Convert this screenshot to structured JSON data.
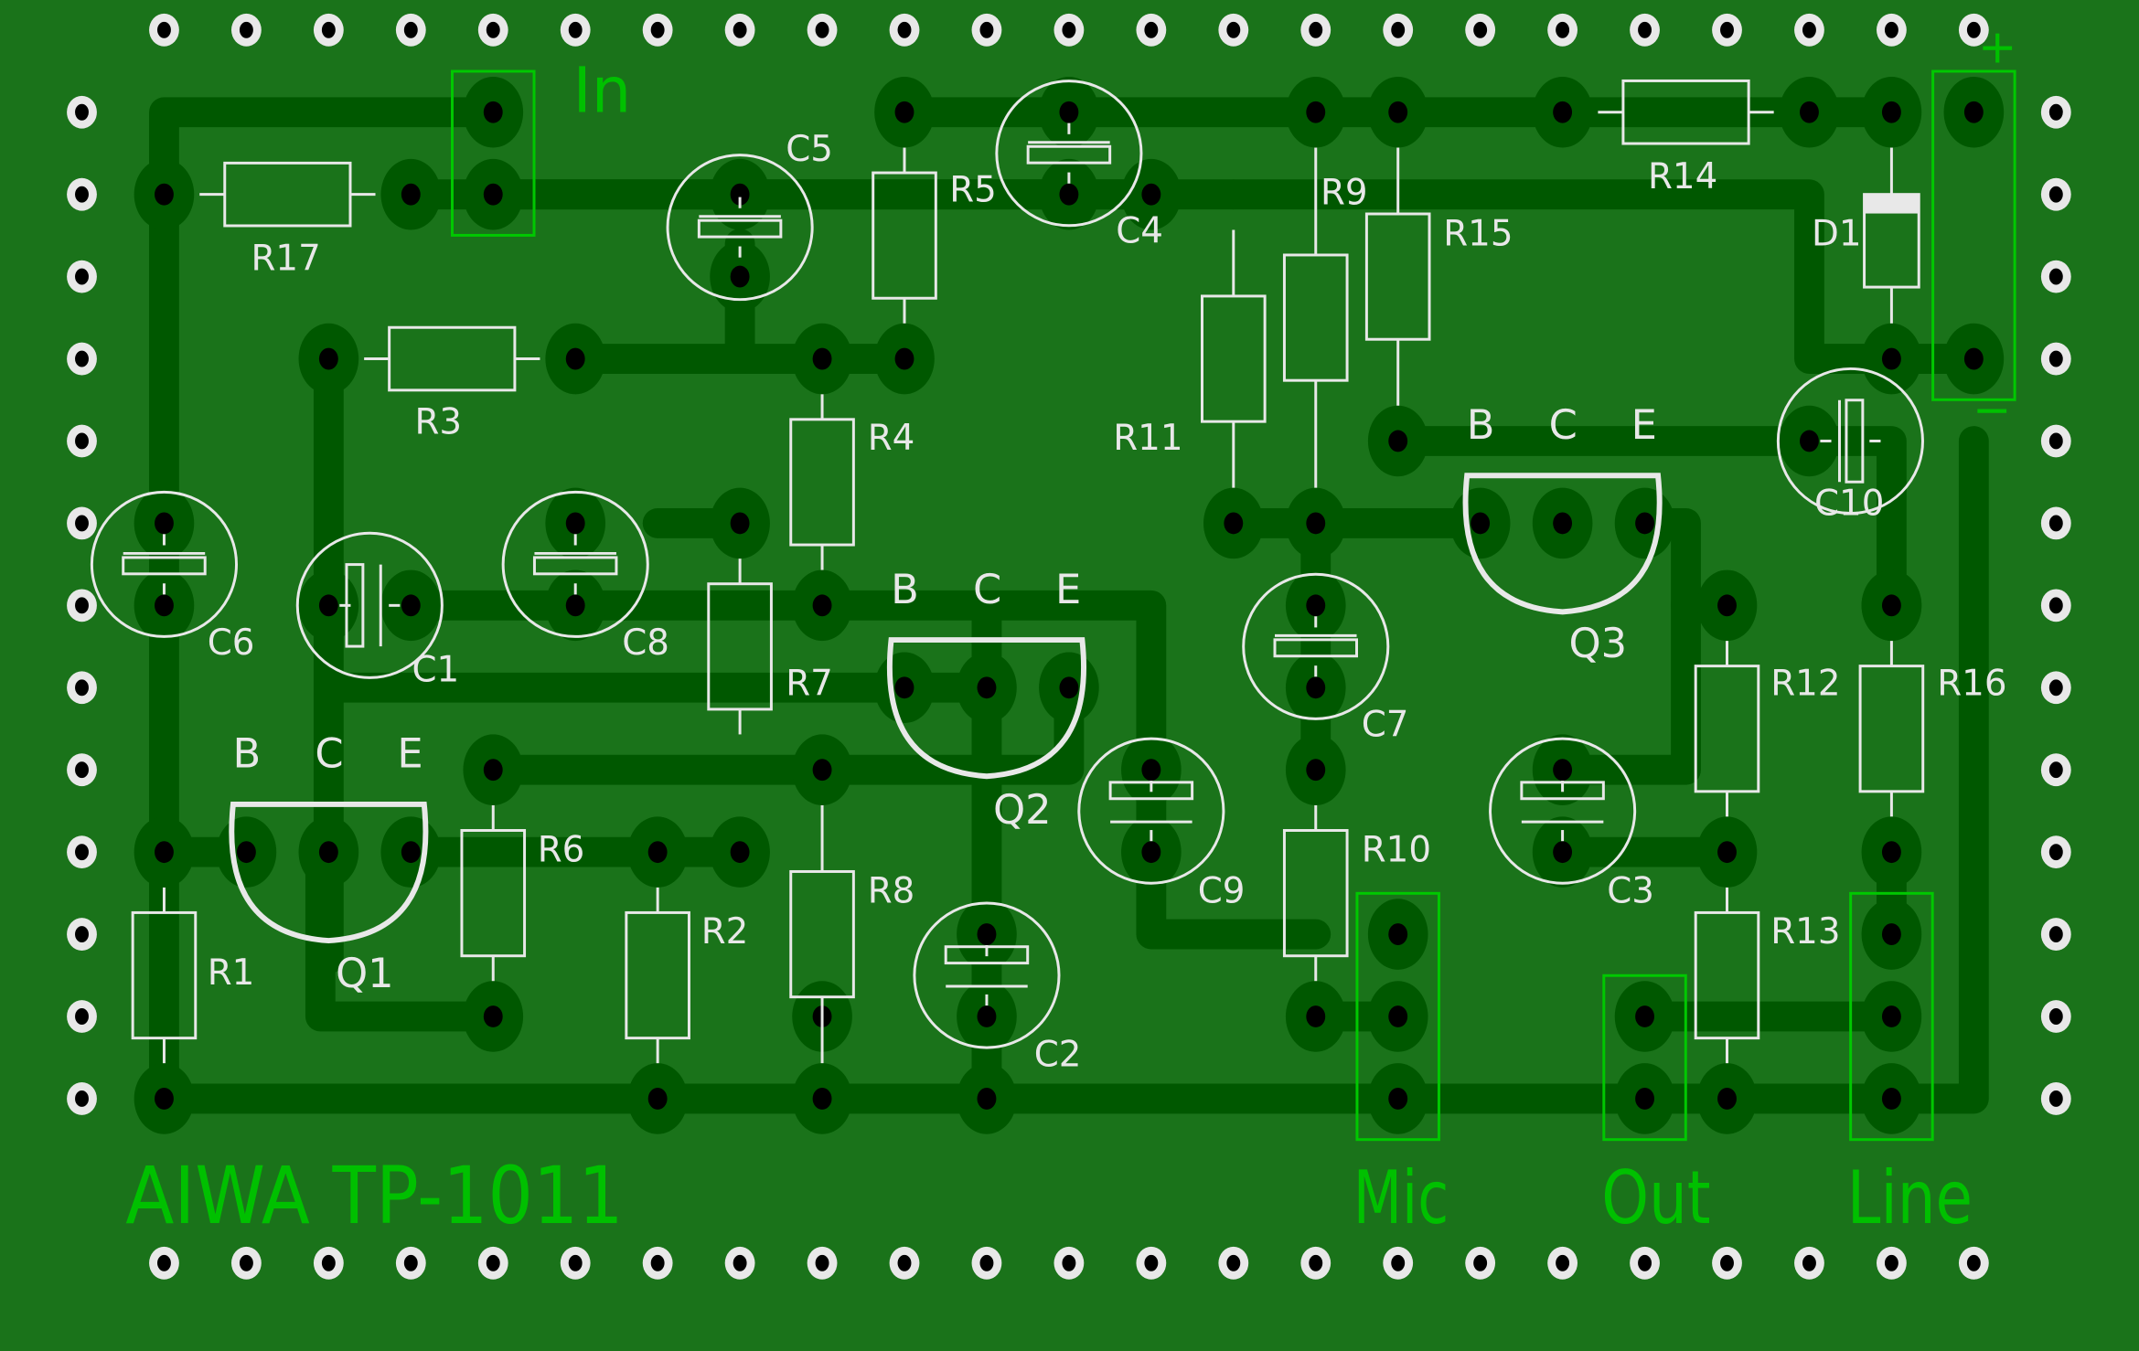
{
  "board": {
    "title": "AIWA TP-1011",
    "colors": {
      "substrate": "#1a731a",
      "copper": "#005800",
      "silkscreen": "#e8e8e8",
      "connector_outline": "#00c800",
      "drill": "#000000"
    }
  },
  "connectors": {
    "in": "In",
    "mic": "Mic",
    "out": "Out",
    "line": "Line",
    "power_plus": "+",
    "power_minus": "−"
  },
  "pin_labels": {
    "b": "B",
    "c": "C",
    "e": "E"
  },
  "resistors": [
    "R1",
    "R2",
    "R3",
    "R4",
    "R5",
    "R6",
    "R7",
    "R8",
    "R9",
    "R10",
    "R11",
    "R12",
    "R13",
    "R14",
    "R15",
    "R16",
    "R17"
  ],
  "capacitors": [
    "C1",
    "C2",
    "C3",
    "C4",
    "C5",
    "C6",
    "C7",
    "C8",
    "C9",
    "C10"
  ],
  "transistors": [
    "Q1",
    "Q2",
    "Q3"
  ],
  "diodes": [
    "D1"
  ]
}
